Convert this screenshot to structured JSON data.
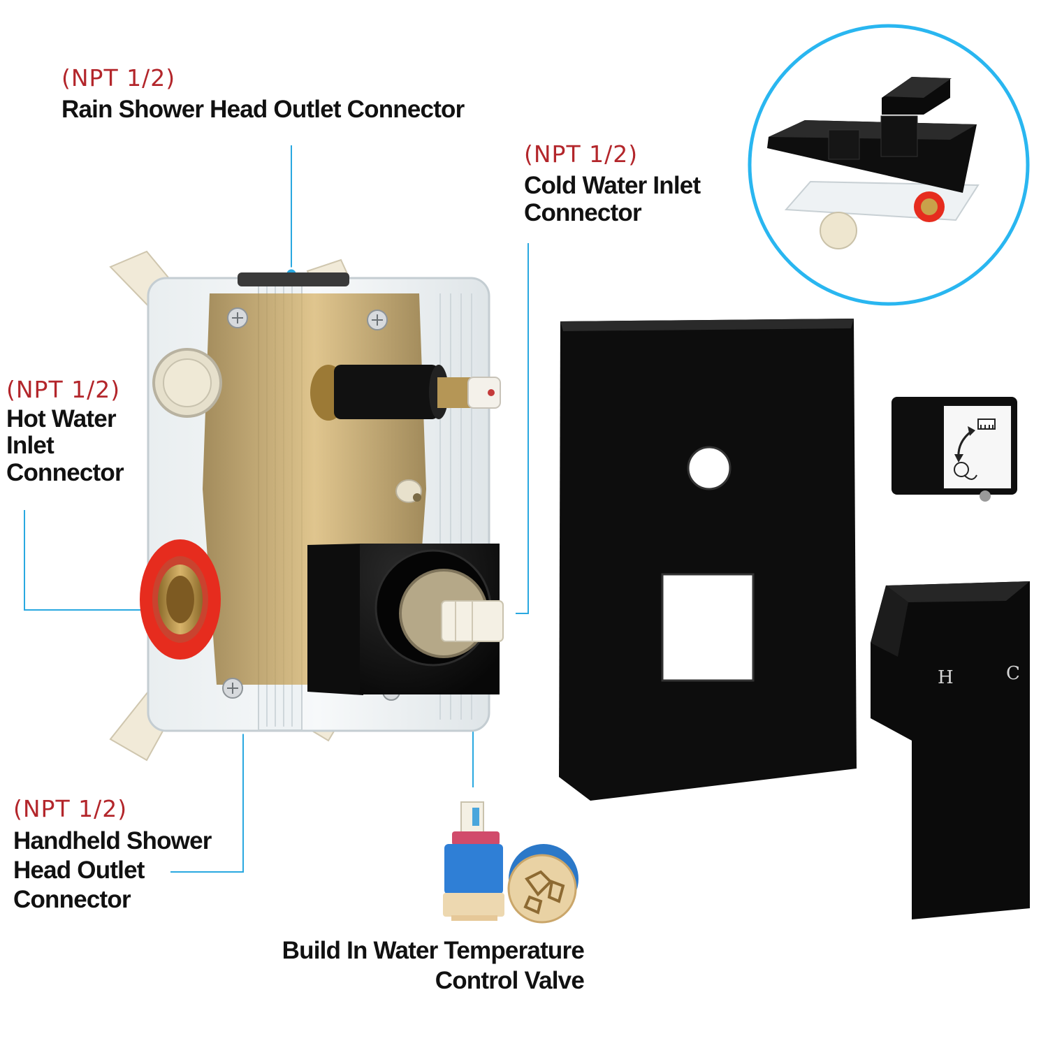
{
  "colors": {
    "npt_text": "#b3262b",
    "label_text": "#111111",
    "leader_line": "#29a8e0",
    "accent_ring": "#29b6f0",
    "seal_red": "#e62c1e",
    "brass": "#c9a14a",
    "matte_black": "#0c0c0c"
  },
  "labels": {
    "rain_outlet": {
      "npt": "(NPT 1/2)",
      "name": "Rain Shower Head Outlet Connector"
    },
    "cold_inlet": {
      "npt": "(NPT 1/2)",
      "name": "Cold Water Inlet\nConnector"
    },
    "hot_inlet": {
      "npt": "(NPT 1/2)",
      "name": "Hot Water\nInlet\nConnector"
    },
    "handheld_outlet": {
      "npt": "(NPT 1/2)",
      "name": "Handheld Shower\nHead Outlet\nConnector"
    },
    "valve": {
      "name": "Build In Water Temperature\nControl Valve"
    }
  },
  "handle": {
    "hot_mark": "H",
    "cold_mark": "C"
  },
  "icons": {
    "diverter": [
      "rain-head-icon",
      "rotate-arrow-icon",
      "handheld-shower-icon"
    ]
  }
}
